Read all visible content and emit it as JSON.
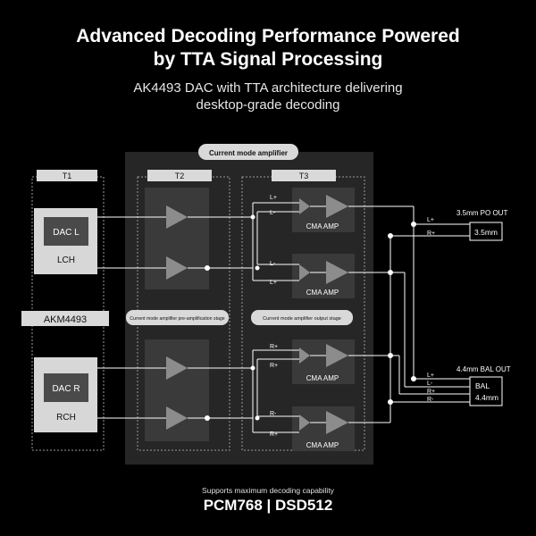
{
  "header": {
    "title_line1": "Advanced Decoding Performance Powered",
    "title_line2": "by TTA Signal Processing",
    "subtitle_line1": "AK4493 DAC with TTA architecture delivering",
    "subtitle_line2": "desktop-grade decoding"
  },
  "diagram": {
    "top_label": "Current mode amplifier",
    "stages": {
      "t1": "T1",
      "t2": "T2",
      "t3": "T3"
    },
    "chip_label": "AKM4493",
    "dac_left": {
      "chip": "DAC L",
      "channel": "LCH"
    },
    "dac_right": {
      "chip": "DAC R",
      "channel": "RCH"
    },
    "pre_amp_stage_label": "Current mode amplifier pre-amplification stage",
    "output_stage_label": "Current mode amplifier output stage",
    "cma_amp_label": "CMA AMP",
    "cma_inputs": [
      [
        "L+",
        "L-"
      ],
      [
        "L-",
        "L+"
      ],
      [
        "R+",
        "R+"
      ],
      [
        "R-",
        "R+"
      ]
    ],
    "out_35": {
      "title": "3.5mm PO OUT",
      "box": "3.5mm",
      "pins": [
        "L+",
        "R+"
      ]
    },
    "out_44": {
      "title": "4.4mm BAL OUT",
      "box_line1": "BAL",
      "box_line2": "4.4mm",
      "pins": [
        "L+",
        "L-",
        "R+",
        "R-"
      ]
    }
  },
  "footer": {
    "note": "Supports maximum decoding capability",
    "spec": "PCM768 | DSD512"
  },
  "colors": {
    "background": "#000000",
    "panel": "#262626",
    "block": "#3a3a3a",
    "amp": "#8c8c8c",
    "line": "#ffffff",
    "dac_box": "#d7d7d7",
    "dac_chip": "#4a4a4a"
  }
}
